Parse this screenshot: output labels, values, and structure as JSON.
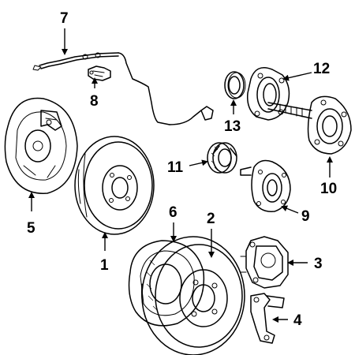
{
  "diagram": {
    "callouts": [
      {
        "id": "p1",
        "label": "1"
      },
      {
        "id": "p2",
        "label": "2"
      },
      {
        "id": "p3",
        "label": "3"
      },
      {
        "id": "p4",
        "label": "4"
      },
      {
        "id": "p5",
        "label": "5"
      },
      {
        "id": "p6",
        "label": "6"
      },
      {
        "id": "p7",
        "label": "7"
      },
      {
        "id": "p8",
        "label": "8"
      },
      {
        "id": "p9",
        "label": "9"
      },
      {
        "id": "p10",
        "label": "10"
      },
      {
        "id": "p11",
        "label": "11"
      },
      {
        "id": "p12",
        "label": "12"
      },
      {
        "id": "p13",
        "label": "13"
      }
    ],
    "colors": {
      "line": "#000000",
      "background": "#ffffff"
    }
  }
}
